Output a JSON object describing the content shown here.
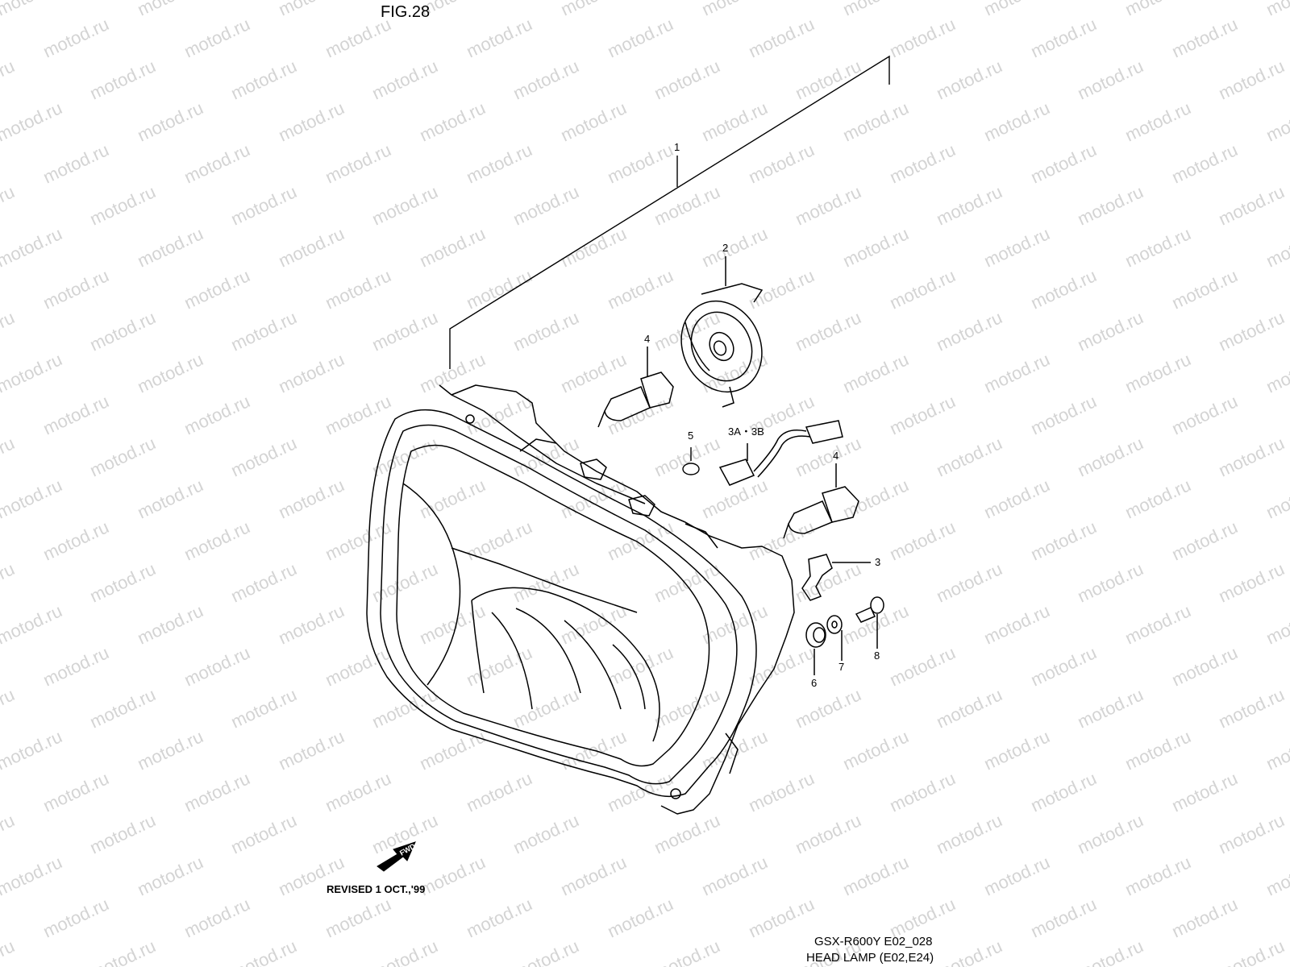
{
  "figure": {
    "title": "FIG.28"
  },
  "watermark": {
    "text": "motod.ru",
    "color": "#d4d4d4"
  },
  "callouts": {
    "c1": "1",
    "c2": "2",
    "c4a": "4",
    "c5": "5",
    "c3a3b": "3A・3B",
    "c4b": "4",
    "c3": "3",
    "c6": "6",
    "c7": "7",
    "c8": "8"
  },
  "fwd": {
    "label": "FWD"
  },
  "footer": {
    "revised": "REVISED 1 OCT.,'99",
    "model_code": "GSX-R600Y E02_028",
    "title": "HEAD LAMP (E02,E24)"
  }
}
